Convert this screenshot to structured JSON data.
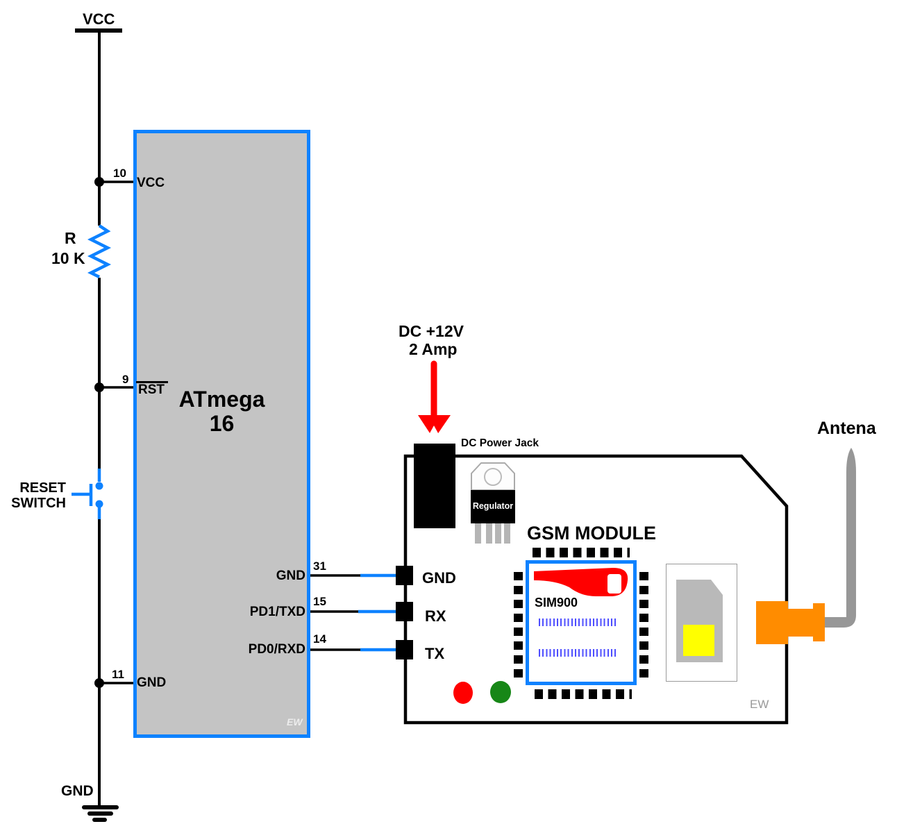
{
  "power": {
    "vcc": "VCC",
    "gnd": "GND"
  },
  "resistor": {
    "name": "R",
    "value": "10 K"
  },
  "reset_switch": {
    "line1": "RESET",
    "line2": "SWITCH"
  },
  "mcu": {
    "title": "ATmega",
    "subtitle": "16",
    "watermark": "EW",
    "pin_vcc": {
      "num": "10",
      "label": "VCC"
    },
    "pin_rst": {
      "num": "9",
      "label": "RST"
    },
    "pin_gnd11": {
      "num": "11",
      "label": "GND"
    },
    "pin_gnd31": {
      "num": "31",
      "label": "GND"
    },
    "pin_txd": {
      "num": "15",
      "label": "PD1/TXD"
    },
    "pin_rxd": {
      "num": "14",
      "label": "PD0/RXD"
    }
  },
  "gsm": {
    "title": "GSM MODULE",
    "supply_line1": "DC +12V",
    "supply_line2": "2 Amp",
    "jack_label": "DC Power Jack",
    "regulator_label": "Regulator",
    "pin_gnd": "GND",
    "pin_rx": "RX",
    "pin_tx": "TX",
    "chip_label": "SIM900",
    "antenna_label": "Antena",
    "watermark": "EW"
  },
  "colors": {
    "wire_blue": "#0e82ff",
    "mcu_fill": "#c4c4c4",
    "accent_red": "#ff0000",
    "led_green": "#178717",
    "orange": "#ff8c00",
    "antenna_gray": "#979797",
    "sim_gray": "#b9b9b9",
    "sim_yellow": "#ffff00",
    "tick_blue": "#4d4dff",
    "watermark_gray": "#999999"
  }
}
